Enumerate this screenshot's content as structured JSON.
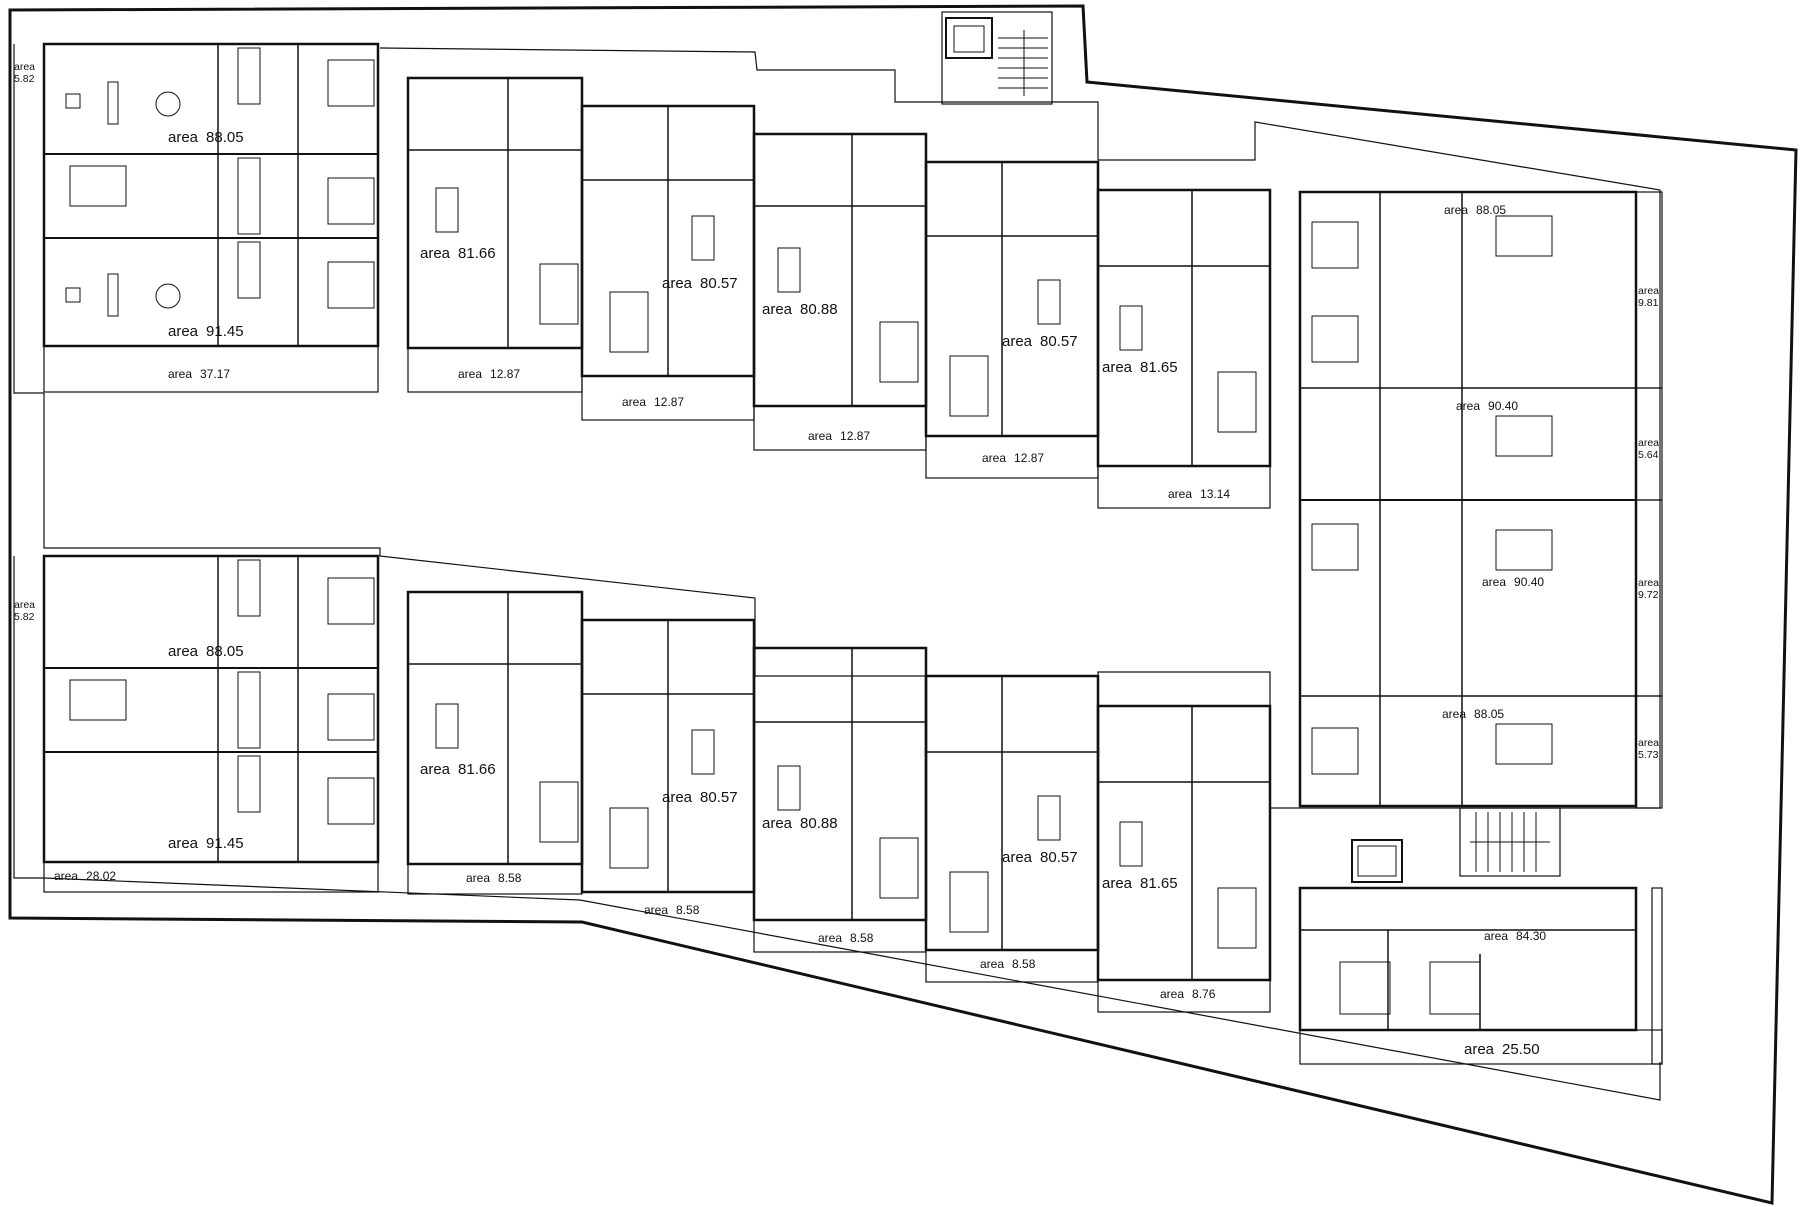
{
  "colors": {
    "ink": "#111111",
    "background": "#ffffff"
  },
  "word": "area",
  "unit_labels": [
    {
      "id": "w1-u1",
      "value": "88.05",
      "size": "big"
    },
    {
      "id": "w1-u2",
      "value": "91.45",
      "size": "big"
    },
    {
      "id": "w1-b",
      "value": "37.17",
      "size": "sm"
    },
    {
      "id": "w1-s",
      "value": "5.82",
      "size": "tiny"
    },
    {
      "id": "t2-u",
      "value": "81.66",
      "size": "big"
    },
    {
      "id": "t2-b",
      "value": "12.87",
      "size": "sm"
    },
    {
      "id": "t3-u",
      "value": "80.57",
      "size": "big"
    },
    {
      "id": "t3-b",
      "value": "12.87",
      "size": "sm"
    },
    {
      "id": "t4-u",
      "value": "80.88",
      "size": "big"
    },
    {
      "id": "t4-b",
      "value": "12.87",
      "size": "sm"
    },
    {
      "id": "t5-u",
      "value": "80.57",
      "size": "big"
    },
    {
      "id": "t5-b",
      "value": "12.87",
      "size": "sm"
    },
    {
      "id": "t6-u",
      "value": "81.65",
      "size": "big"
    },
    {
      "id": "t6-b",
      "value": "13.14",
      "size": "sm"
    },
    {
      "id": "w2-u1",
      "value": "88.05",
      "size": "big"
    },
    {
      "id": "w2-u2",
      "value": "91.45",
      "size": "big"
    },
    {
      "id": "w2-b",
      "value": "28.02",
      "size": "sm"
    },
    {
      "id": "w2-s",
      "value": "5.82",
      "size": "tiny"
    },
    {
      "id": "b2-u",
      "value": "81.66",
      "size": "big"
    },
    {
      "id": "b2-b",
      "value": "8.58",
      "size": "sm"
    },
    {
      "id": "b3-u",
      "value": "80.57",
      "size": "big"
    },
    {
      "id": "b3-b",
      "value": "8.58",
      "size": "sm"
    },
    {
      "id": "b4-u",
      "value": "80.88",
      "size": "big"
    },
    {
      "id": "b4-b",
      "value": "8.58",
      "size": "sm"
    },
    {
      "id": "b5-u",
      "value": "80.57",
      "size": "big"
    },
    {
      "id": "b5-b",
      "value": "8.58",
      "size": "sm"
    },
    {
      "id": "b6-u",
      "value": "81.65",
      "size": "big"
    },
    {
      "id": "b6-b",
      "value": "8.76",
      "size": "sm"
    },
    {
      "id": "e-u1",
      "value": "88.05",
      "size": "sm"
    },
    {
      "id": "e-u2",
      "value": "90.40",
      "size": "sm"
    },
    {
      "id": "e-u3",
      "value": "90.40",
      "size": "sm"
    },
    {
      "id": "e-u4",
      "value": "88.05",
      "size": "sm"
    },
    {
      "id": "e-s1",
      "value": "9.81",
      "size": "tiny"
    },
    {
      "id": "e-s2",
      "value": "5.64",
      "size": "tiny"
    },
    {
      "id": "e-s3",
      "value": "9.72",
      "size": "tiny"
    },
    {
      "id": "e-s4",
      "value": "5.73",
      "size": "tiny"
    },
    {
      "id": "se-u",
      "value": "84.30",
      "size": "sm"
    },
    {
      "id": "se-b",
      "value": "25.50",
      "size": "big"
    }
  ]
}
